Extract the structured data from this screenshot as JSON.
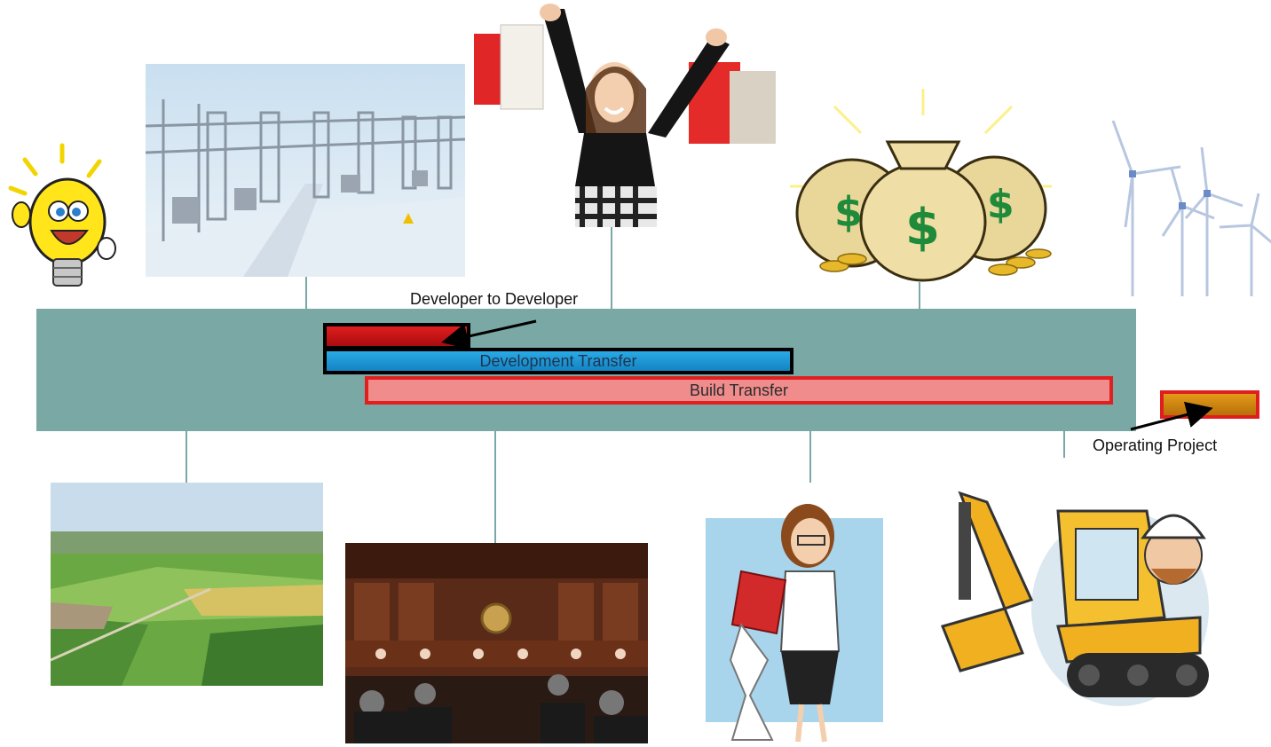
{
  "labels": {
    "developer_to_developer": "Developer to Developer",
    "operating_project": "Operating  Project"
  },
  "bars": {
    "development_transfer": "Development Transfer",
    "build_transfer": "Build Transfer"
  },
  "images": {
    "top": [
      "lightbulb-idea",
      "electrical-substation",
      "happy-shopper",
      "money-bags",
      "wind-turbines"
    ],
    "bottom": [
      "farmland-aerial",
      "county-commission-meeting",
      "businesswoman-reading-list",
      "excavator-operator"
    ]
  },
  "colors": {
    "band": "#7aa8a4",
    "developer_bar": "#c8161b",
    "development_transfer_bar": "#1a9ad6",
    "build_transfer_bar": "#f08c8c",
    "operating_bar": "#d4890f"
  }
}
